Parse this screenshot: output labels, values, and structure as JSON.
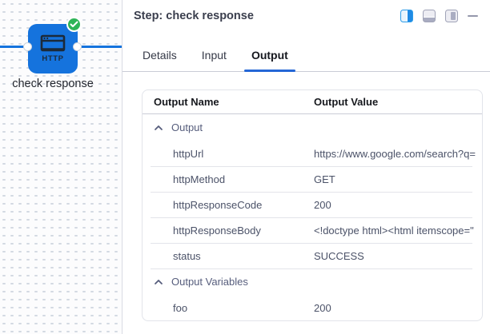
{
  "canvas": {
    "node": {
      "label": "check response",
      "icon_text": "HTTP",
      "type": "http-connector",
      "status": "success"
    }
  },
  "panel": {
    "header": {
      "title": "Step: check response",
      "layout_icons": [
        "split-left-layout",
        "bottom-panel-layout",
        "right-panel-layout"
      ],
      "minimize_label": "minimize"
    },
    "tabs": [
      {
        "label": "Details",
        "active": false
      },
      {
        "label": "Input",
        "active": false
      },
      {
        "label": "Output",
        "active": true
      }
    ],
    "table": {
      "columns": [
        "Output Name",
        "Output Value"
      ],
      "rows": [
        {
          "type": "group",
          "name": "Output",
          "collapsed": false
        },
        {
          "type": "data",
          "name": "httpUrl",
          "value": "https://www.google.com/search?q="
        },
        {
          "type": "data",
          "name": "httpMethod",
          "value": "GET"
        },
        {
          "type": "data",
          "name": "httpResponseCode",
          "value": "200"
        },
        {
          "type": "data",
          "name": "httpResponseBody",
          "value": "<!doctype html><html itemscope=\""
        },
        {
          "type": "data",
          "name": "status",
          "value": "SUCCESS"
        },
        {
          "type": "group",
          "name": "Output Variables",
          "collapsed": false
        },
        {
          "type": "data",
          "name": "foo",
          "value": "200"
        }
      ]
    }
  },
  "colors": {
    "node_blue": "#1573dd",
    "connector_blue": "#1573dd",
    "success_green": "#2eb457",
    "tab_active_underline": "#2467d6",
    "row_text": "#4b5268",
    "group_text": "#565d7c"
  }
}
